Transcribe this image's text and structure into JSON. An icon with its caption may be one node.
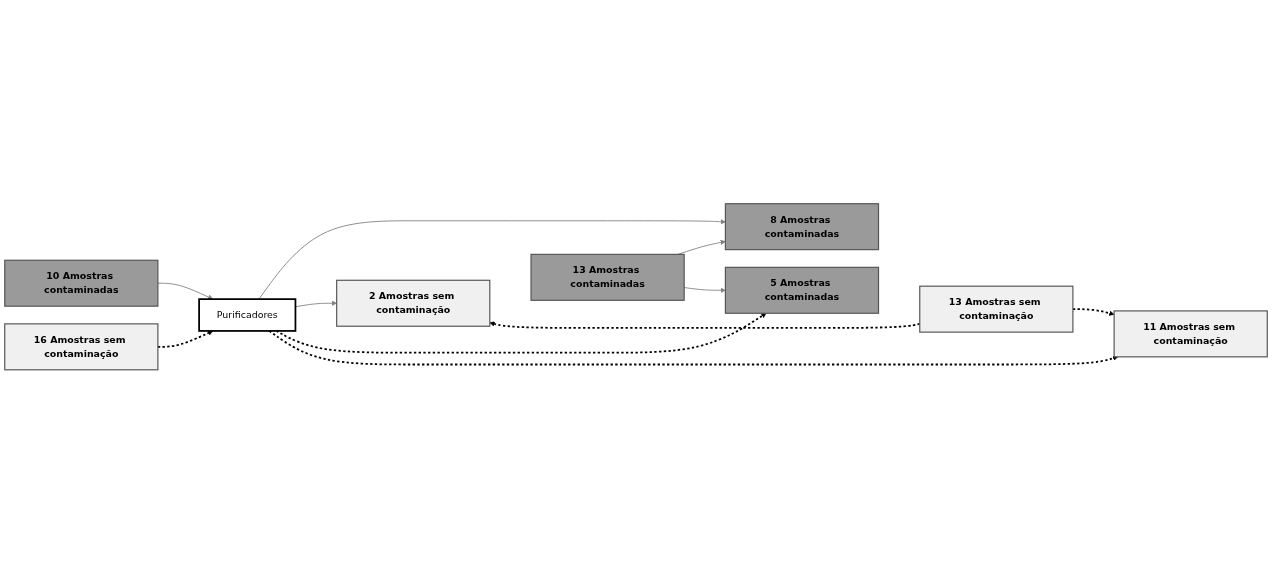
{
  "diagram": {
    "nodes": [
      {
        "text": [
          "10 Amostras contaminadas"
        ]
      },
      {
        "text": [
          "16 Amostras sem contaminação"
        ]
      },
      {
        "text": [
          "Purificadores"
        ]
      },
      {
        "text": [
          "8 Amostras contaminadas"
        ]
      },
      {
        "text": [
          "2 Amostras sem contaminação"
        ]
      },
      {
        "text": [
          "5 Amostras contaminadas"
        ]
      },
      {
        "text": [
          "11 Amostras sem contaminação"
        ]
      },
      {
        "text": [
          "13 Amostras contaminadas"
        ]
      },
      {
        "text": [
          "13 Amostras sem contaminação"
        ]
      }
    ],
    "edges": [
      {
        "from": 0,
        "to": 2,
        "arrow": "to",
        "color": "#808080"
      },
      {
        "from": 1,
        "to": 2,
        "arrow": "to",
        "style": "dashed",
        "color": "#000000"
      },
      {
        "from": 2,
        "to": 3,
        "arrow": "to",
        "color": "#808080"
      },
      {
        "from": 2,
        "to": 4,
        "arrow": "to",
        "color": "#808080"
      },
      {
        "from": 2,
        "to": 5,
        "arrow": "to",
        "style": "dashed",
        "color": "#000000"
      },
      {
        "from": 2,
        "to": 6,
        "arrow": "to",
        "style": "dashed",
        "color": "#000000"
      },
      {
        "from": 7,
        "to": 3,
        "arrow": "to",
        "color": "#808080"
      },
      {
        "from": 7,
        "to": 5,
        "arrow": "to",
        "color": "#808080"
      },
      {
        "from": 8,
        "to": 4,
        "arrow": "to",
        "style": "dashed",
        "color": "#000000"
      },
      {
        "from": 8,
        "to": 6,
        "arrow": "to",
        "style": "dashed",
        "color": "#000000"
      }
    ]
  }
}
